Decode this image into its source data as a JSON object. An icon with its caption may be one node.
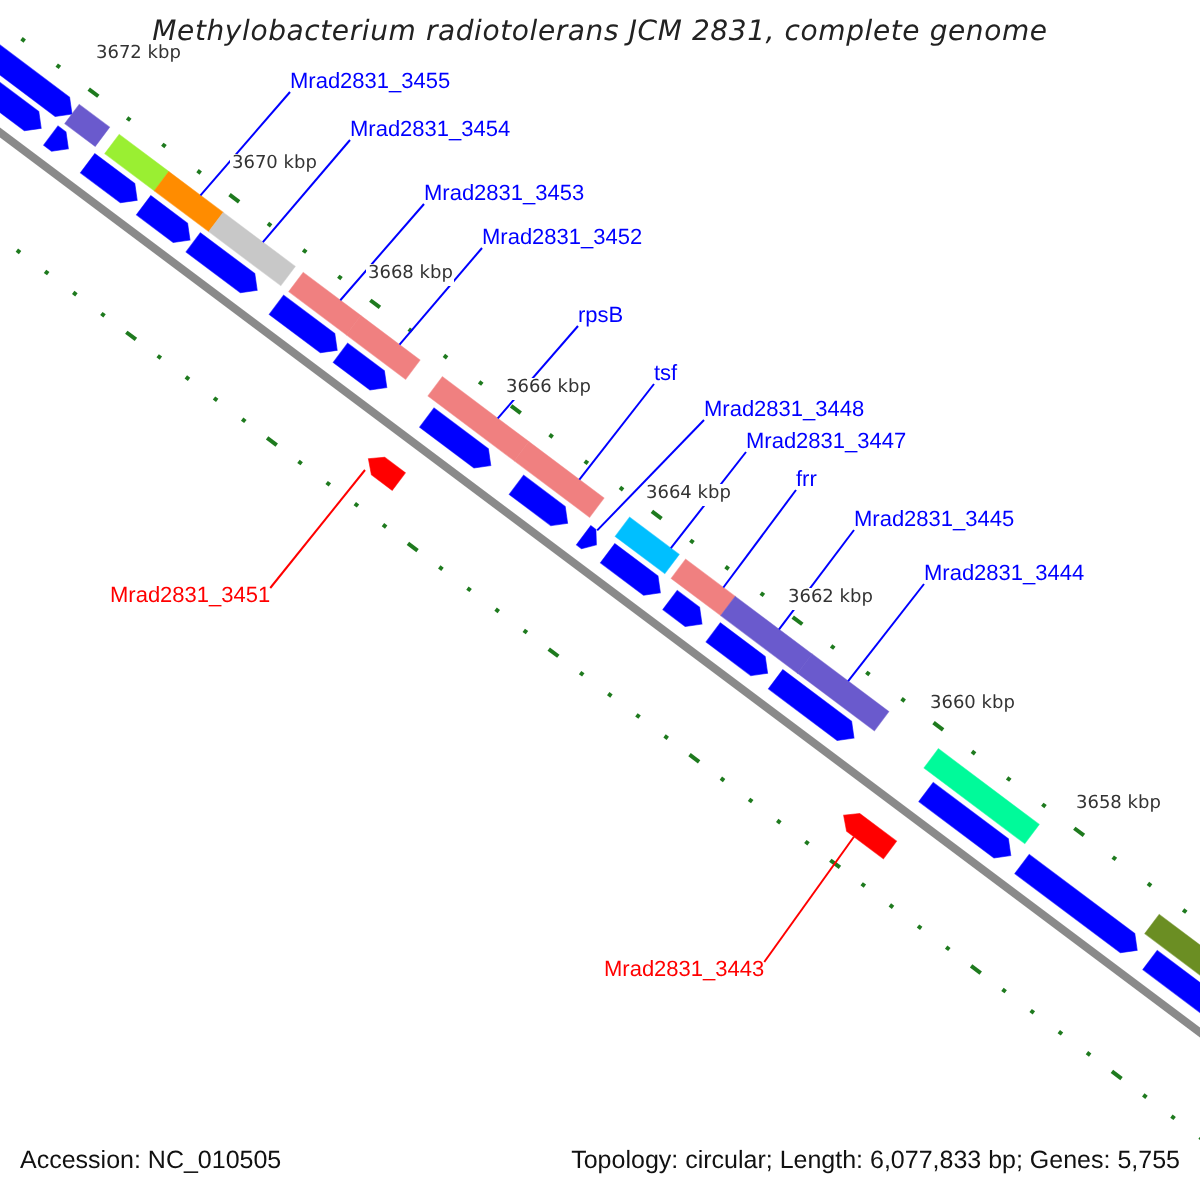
{
  "diagram": {
    "title": "Methylobacterium radiotolerans JCM 2831, complete genome",
    "nodes": [
      {
        "text": [
          "Mrad2831_3455"
        ]
      },
      {
        "text": [
          "Mrad2831_3454"
        ]
      },
      {
        "text": [
          "Mrad2831_3453"
        ]
      },
      {
        "text": [
          "Mrad2831_3452"
        ]
      },
      {
        "text": [
          "rpsB"
        ]
      },
      {
        "text": [
          "tsf"
        ]
      },
      {
        "text": [
          "Mrad2831_3448"
        ]
      },
      {
        "text": [
          "Mrad2831_3447"
        ]
      },
      {
        "text": [
          "frr"
        ]
      },
      {
        "text": [
          "Mrad2831_3445"
        ]
      },
      {
        "text": [
          "Mrad2831_3444"
        ]
      },
      {
        "text": [
          "Mrad2831_3451"
        ]
      },
      {
        "text": [
          "Mrad2831_3443"
        ]
      },
      {
        "text": [],
        "shape": "bar"
      },
      {
        "text": [],
        "shape": "bar"
      },
      {
        "text": [],
        "shape": "bar"
      },
      {
        "text": [],
        "shape": "arrow"
      },
      {
        "text": [],
        "shape": "bar"
      },
      {
        "text": [],
        "shape": "bar"
      },
      {
        "text": [],
        "shape": "bar"
      },
      {
        "text": [],
        "shape": "arrow"
      },
      {
        "text": [],
        "shape": "bar"
      },
      {
        "text": [],
        "shape": "bar"
      },
      {
        "text": [],
        "shape": "bar"
      },
      {
        "text": [],
        "shape": "bar"
      },
      {
        "text": [],
        "shape": "arrow"
      }
    ],
    "edges": [
      {
        "from": 0,
        "to": 13,
        "arrow": "none"
      },
      {
        "from": 1,
        "to": 14,
        "arrow": "none"
      },
      {
        "from": 2,
        "to": 15,
        "arrow": "none"
      },
      {
        "from": 3,
        "to": 17,
        "arrow": "none"
      },
      {
        "from": 4,
        "to": 18,
        "arrow": "none"
      },
      {
        "from": 5,
        "to": 19,
        "arrow": "none"
      },
      {
        "from": 6,
        "to": 20,
        "arrow": "none"
      },
      {
        "from": 7,
        "to": 21,
        "arrow": "none"
      },
      {
        "from": 8,
        "to": 22,
        "arrow": "none"
      },
      {
        "from": 9,
        "to": 23,
        "arrow": "none"
      },
      {
        "from": 10,
        "to": 24,
        "arrow": "none"
      },
      {
        "from": 11,
        "to": 16,
        "arrow": "none",
        "color": "#ff0000"
      },
      {
        "from": 12,
        "to": 25,
        "arrow": "none",
        "color": "#ff0000"
      }
    ],
    "labels": [
      "3672 kbp",
      "3670 kbp",
      "3668 kbp",
      "3666 kbp",
      "3664 kbp",
      "3662 kbp",
      "3660 kbp",
      "3658 kbp",
      "Accession: NC_010505",
      "Topology: circular; Length: 6,077,833 bp; Genes: 5,755"
    ]
  }
}
